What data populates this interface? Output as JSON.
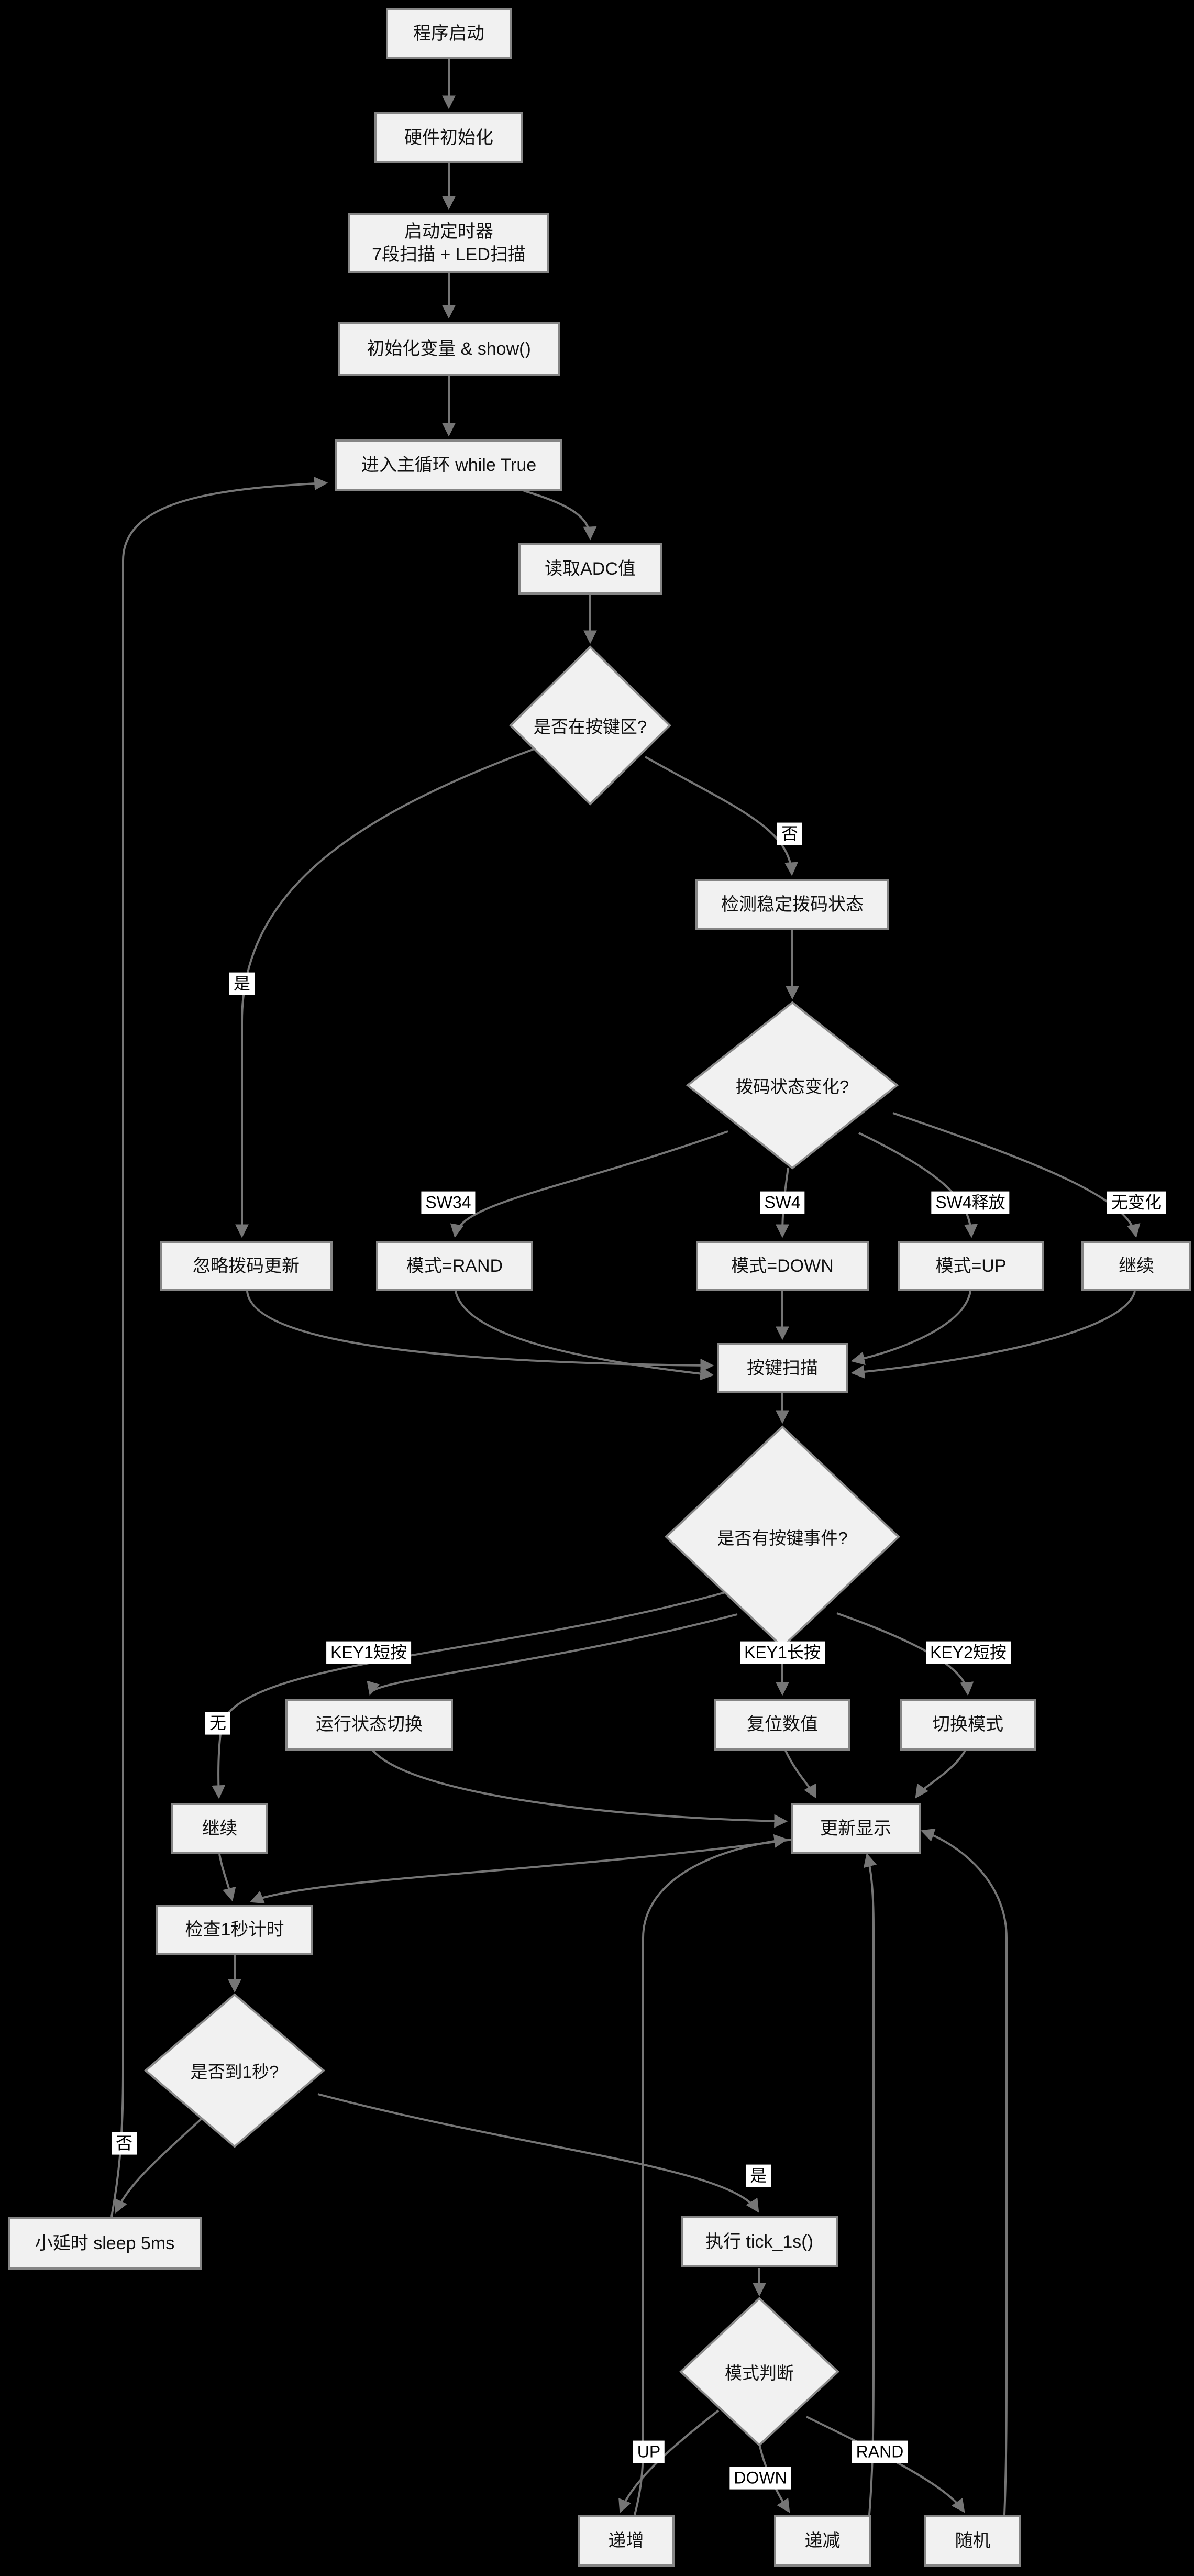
{
  "diagram": {
    "title": "",
    "colors": {
      "background": "#000000",
      "node_fill": "#f1f1f1",
      "node_border": "#858585",
      "edge": "#757575",
      "edge_label_bg": "#ffffff",
      "text": "#111111"
    },
    "nodes": {
      "start": "程序启动",
      "hw_init": "硬件初始化",
      "timer": "启动定时器\n7段扫描 + LED扫描",
      "init_vars": "初始化变量 & show()",
      "main_loop": "进入主循环 while True",
      "read_adc": "读取ADC值",
      "in_key_zone": "是否在按键区?",
      "detect_dip": "检测稳定拨码状态",
      "dip_changed": "拨码状态变化?",
      "ignore_dip": "忽略拨码更新",
      "mode_rand": "模式=RAND",
      "mode_down": "模式=DOWN",
      "mode_up": "模式=UP",
      "continue_dip": "继续",
      "key_scan": "按键扫描",
      "key_event": "是否有按键事件?",
      "run_toggle": "运行状态切换",
      "reset_value": "复位数值",
      "switch_mode": "切换模式",
      "continue_key": "继续",
      "update_display": "更新显示",
      "check_1s": "检查1秒计时",
      "reached_1s": "是否到1秒?",
      "sleep_5ms": "小延时 sleep 5ms",
      "tick_1s": "执行 tick_1s()",
      "mode_judge": "模式判断",
      "increment": "递增",
      "decrement": "递减",
      "random": "随机"
    },
    "edge_labels": {
      "no1": "否",
      "yes1": "是",
      "sw34": "SW34",
      "sw4": "SW4",
      "sw4_release": "SW4释放",
      "no_change": "无变化",
      "key1_short": "KEY1短按",
      "key1_long": "KEY1长按",
      "key2_short": "KEY2短按",
      "none": "无",
      "no2": "否",
      "yes2": "是",
      "up": "UP",
      "down": "DOWN",
      "rand": "RAND"
    }
  }
}
